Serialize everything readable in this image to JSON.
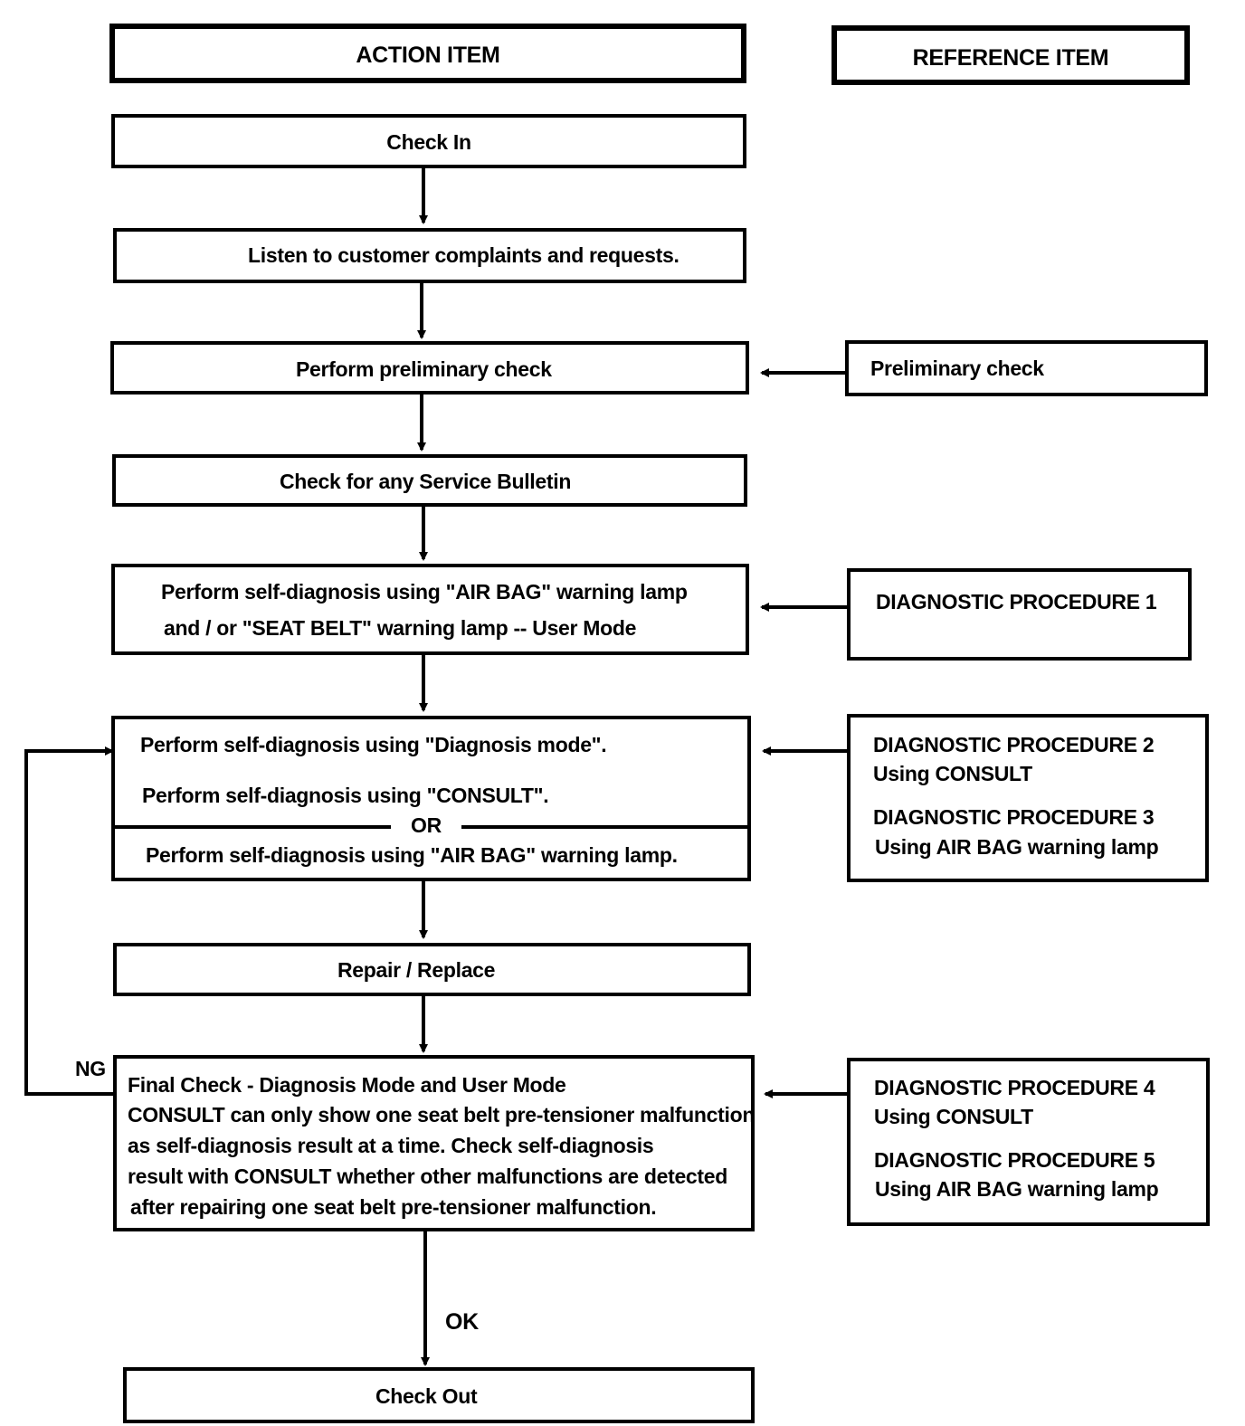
{
  "headers": {
    "action": "ACTION   ITEM",
    "reference": "REFERENCE   ITEM"
  },
  "steps": {
    "check_in": "Check In",
    "listen": "Listen to customer complaints and requests.",
    "preliminary": "Perform preliminary check",
    "bulletin": "Check for any Service Bulletin",
    "self_diag_1": "Perform self-diagnosis using  \"AIR BAG\" warning lamp",
    "self_diag_2": "and / or \"SEAT BELT\" warning lamp -- User Mode",
    "diag_mode": "Perform self-diagnosis using   \"Diagnosis mode\".",
    "consult": "Perform self-diagnosis using   \"CONSULT\".",
    "or": "OR",
    "airbag_lamp": "Perform self-diagnosis using  \"AIR BAG\" warning lamp.",
    "repair": "Repair / Replace",
    "final_lines": [
      "Final Check - Diagnosis Mode and User Mode",
      "CONSULT can only show one seat belt pre-tensioner malfunction",
      "as self-diagnosis result at a time. Check self-diagnosis",
      "result with CONSULT whether other malfunctions are detected",
      "after repairing one seat belt pre-tensioner malfunction."
    ],
    "check_out": "Check Out"
  },
  "references": {
    "preliminary": "Preliminary check",
    "proc1": "DIAGNOSTIC PROCEDURE 1",
    "proc2": "DIAGNOSTIC PROCEDURE   2",
    "proc2_sub": "Using CONSULT",
    "proc3": "DIAGNOSTIC PROCEDURE   3",
    "proc3_sub": "Using AIR BAG warning lamp",
    "proc4": "DIAGNOSTIC PROCEDURE   4",
    "proc4_sub": "Using CONSULT",
    "proc5": "DIAGNOSTIC PROCEDURE   5",
    "proc5_sub": "Using AIR BAG warning lamp"
  },
  "labels": {
    "ng": "NG",
    "ok": "OK"
  }
}
